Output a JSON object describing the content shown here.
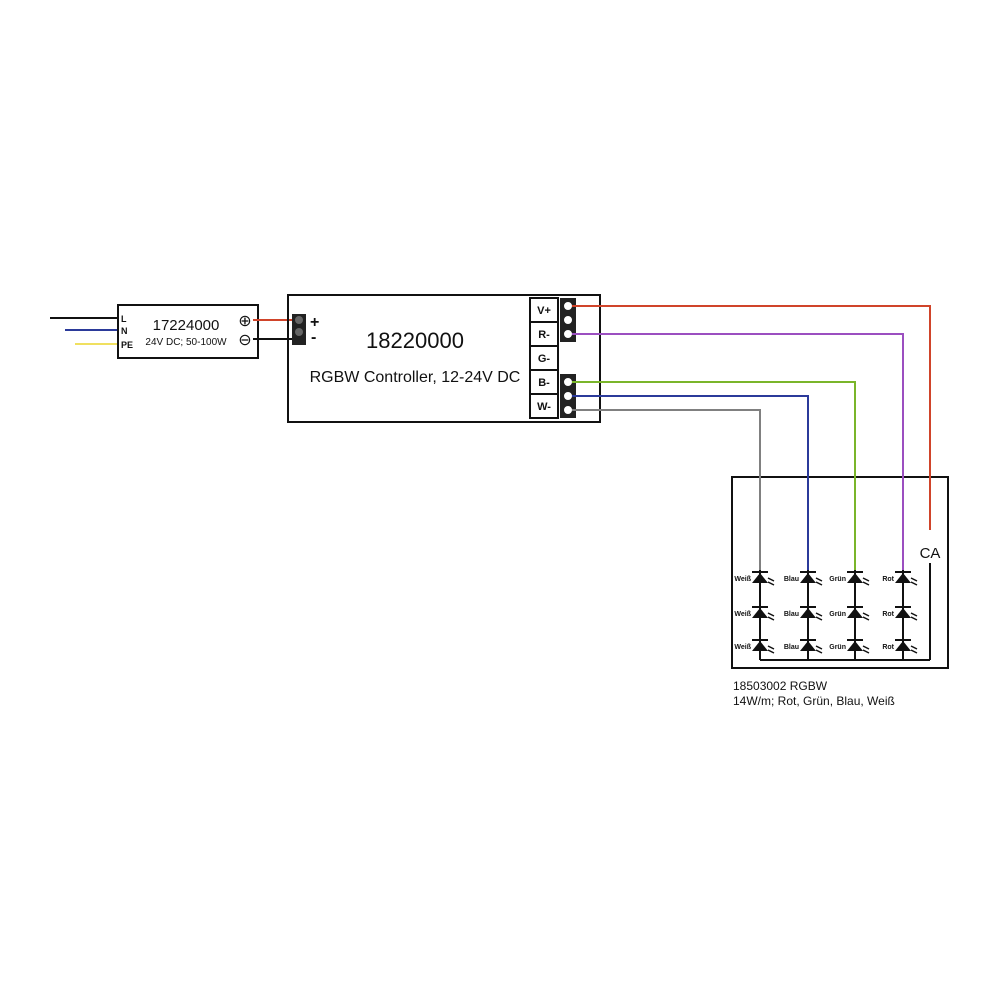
{
  "power_supply": {
    "part_number": "17224000",
    "spec": "24V DC; 50-100W",
    "inputs": [
      "L",
      "N",
      "PE"
    ],
    "outputs": [
      "⊕",
      "⊖"
    ]
  },
  "controller": {
    "part_number": "18220000",
    "description": "RGBW Controller, 12-24V DC",
    "input_plus": "+",
    "input_minus": "-",
    "channels": [
      "V+",
      "R-",
      "G-",
      "B-",
      "W-"
    ]
  },
  "strip": {
    "part_number": "18503002 RGBW",
    "spec": "14W/m; Rot, Grün, Blau, Weiß",
    "common": "CA",
    "led_labels": [
      "Weiß",
      "Blau",
      "Grün",
      "Rot"
    ]
  },
  "colors": {
    "L": "#111111",
    "N": "#2b3a9a",
    "PE": "#f0e060",
    "red": "#d0442a",
    "purple": "#9b4fc0",
    "green": "#7ab52a",
    "blue": "#2b3a9a",
    "gray": "#808080"
  }
}
